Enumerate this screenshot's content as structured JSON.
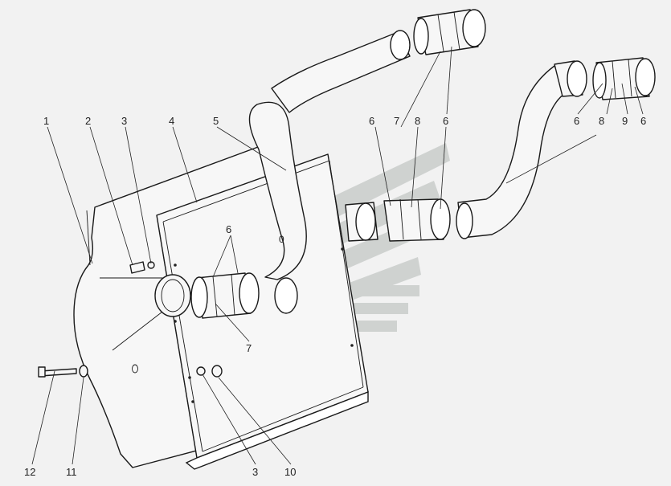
{
  "watermark": {
    "color": "#c9cdcb"
  },
  "callouts": [
    {
      "id": "c1",
      "text": "1"
    },
    {
      "id": "c2",
      "text": "2"
    },
    {
      "id": "c3a",
      "text": "3"
    },
    {
      "id": "c4",
      "text": "4"
    },
    {
      "id": "c5",
      "text": "5"
    },
    {
      "id": "c6a",
      "text": "6"
    },
    {
      "id": "c7a",
      "text": "7"
    },
    {
      "id": "c8a",
      "text": "8"
    },
    {
      "id": "c6b",
      "text": "6"
    },
    {
      "id": "c6c",
      "text": "6"
    },
    {
      "id": "c8b",
      "text": "8"
    },
    {
      "id": "c9",
      "text": "9"
    },
    {
      "id": "c6d",
      "text": "6"
    },
    {
      "id": "c6e",
      "text": "6"
    },
    {
      "id": "c7b",
      "text": "7"
    },
    {
      "id": "c12",
      "text": "12"
    },
    {
      "id": "c11",
      "text": "11"
    },
    {
      "id": "c3b",
      "text": "3"
    },
    {
      "id": "c10",
      "text": "10"
    }
  ],
  "panel_marks": {
    "front_hole": "0",
    "core_hole": "0"
  }
}
